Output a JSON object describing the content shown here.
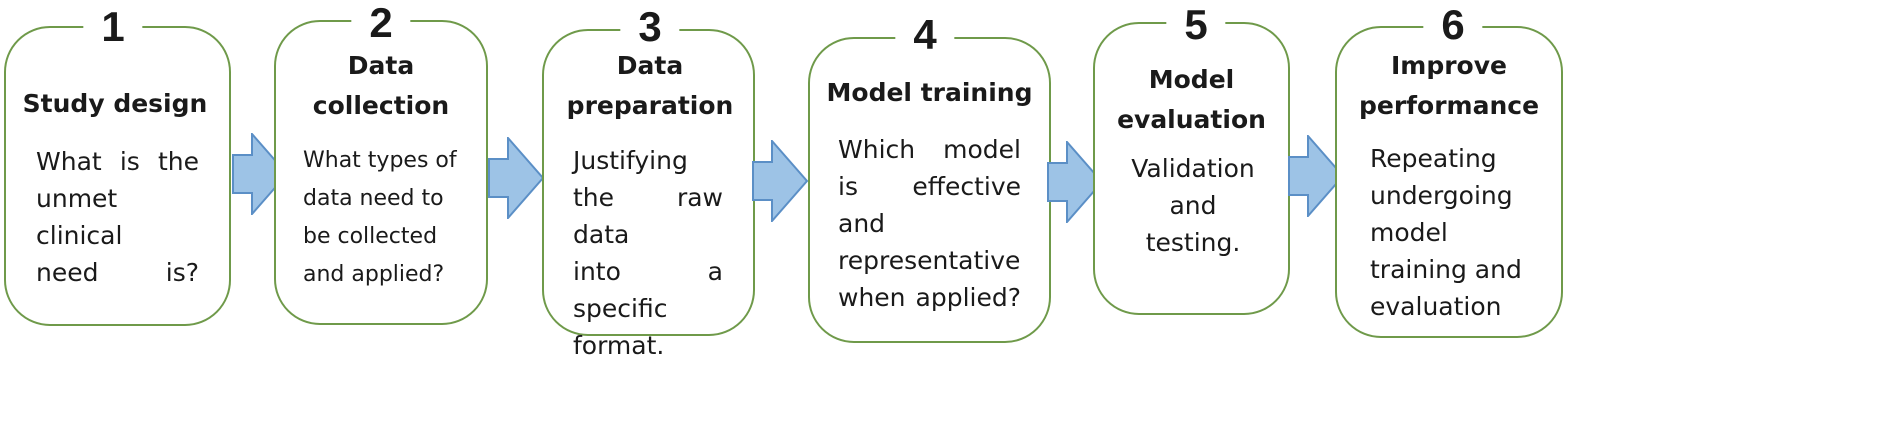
{
  "steps": [
    {
      "number": "1",
      "title": "Study design",
      "text": "What is the\nunmet clinical\nneed is?"
    },
    {
      "number": "2",
      "title": "Data\ncollection",
      "text": "What types of\ndata need to\nbe collected\nand applied?"
    },
    {
      "number": "3",
      "title": "Data\npreparation",
      "text": "Justifying\nthe raw data\ninto a\nspecific\nformat."
    },
    {
      "number": "4",
      "title": "Model training",
      "text": "Which model\nis effective and\nrepresentative\nwhen applied?"
    },
    {
      "number": "5",
      "title": "Model\nevaluation",
      "text": "Validation\nand\ntesting."
    },
    {
      "number": "6",
      "title": "Improve\nperformance",
      "text": "Repeating\nundergoing\nmodel\ntraining and\nevaluation"
    }
  ],
  "colors": {
    "box_border": "#6f9a4a",
    "arrow_fill": "#9dc3e6",
    "arrow_stroke": "#5b8fc6"
  }
}
